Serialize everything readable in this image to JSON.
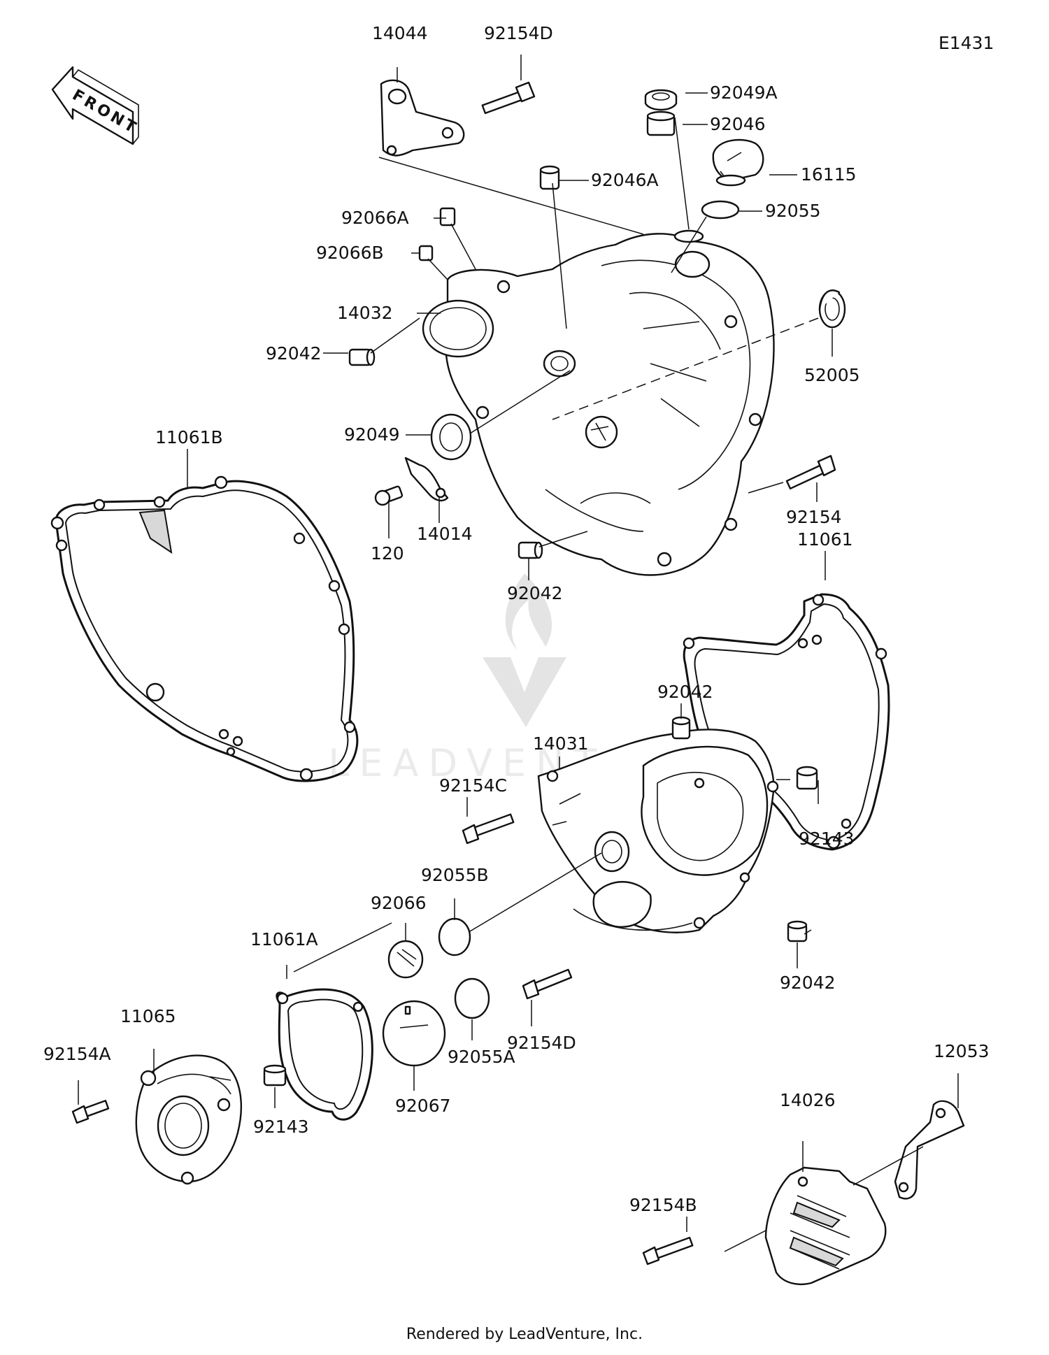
{
  "diagram": {
    "code": "E1431",
    "front_arrow_text": "FRONT",
    "watermark": "LEADVENTURE",
    "labels": {
      "p14044": "14044",
      "p92154D_top": "92154D",
      "p92049A": "92049A",
      "p92046": "92046",
      "p92046A": "92046A",
      "p16115": "16115",
      "p92055": "92055",
      "p92066A": "92066A",
      "p92066B": "92066B",
      "p14032": "14032",
      "p92042_a": "92042",
      "p52005": "52005",
      "p11061B": "11061B",
      "p92049": "92049",
      "p120": "120",
      "p14014": "14014",
      "p92154": "92154",
      "p92042_b": "92042",
      "p11061": "11061",
      "p92042_c": "92042",
      "p14031": "14031",
      "p92154C": "92154C",
      "p92143_right": "92143",
      "p92055B": "92055B",
      "p92066": "92066",
      "p11061A": "11061A",
      "p11065": "11065",
      "p92154A": "92154A",
      "p92143_left": "92143",
      "p92067": "92067",
      "p92055A": "92055A",
      "p92154D_bottom": "92154D",
      "p92042_d": "92042",
      "p12053": "12053",
      "p14026": "14026",
      "p92154B": "92154B"
    }
  },
  "footer": {
    "text": "Rendered by LeadVenture, Inc."
  }
}
